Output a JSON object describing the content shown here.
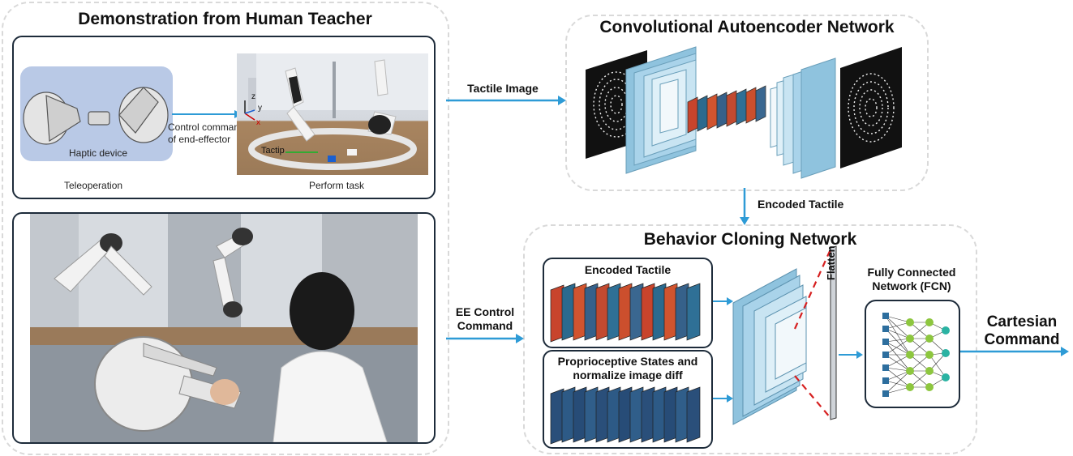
{
  "demo": {
    "title": "Demonstration from Human Teacher",
    "teleop_caption": "Teleoperation",
    "haptic_label": "Haptic device",
    "control_label_1": "Control command",
    "control_label_2": "of end-effector",
    "task_caption": "Perform task",
    "tactip_label": "Tactip",
    "axis_z": "z",
    "axis_y": "y",
    "axis_x": "x"
  },
  "cae": {
    "title": "Convolutional Autoencoder Network"
  },
  "arrows": {
    "tactile_image": "Tactile Image",
    "encoded_tactile": "Encoded Tactile",
    "ee_control_1": "EE Control",
    "ee_control_2": "Command",
    "cartesian_1": "Cartesian",
    "cartesian_2": "Command"
  },
  "bc": {
    "title": "Behavior Cloning Network",
    "encoded_tactile": "Encoded Tactile",
    "proprio_1": "Proprioceptive States and",
    "proprio_2": "normalize image diff",
    "flatten": "Flatten",
    "fcn_1": "Fully Connected",
    "fcn_2": "Network (FCN)"
  },
  "colors": {
    "arrow": "#2e9bd6",
    "layer_blue": "#8fc3de",
    "haptic_bg": "#b9c9e6",
    "fcn_blue": "#2d6e9e",
    "fcn_green": "#8dc63f",
    "fcn_teal": "#2bb3a3",
    "flatten_dash": "#d62020"
  }
}
